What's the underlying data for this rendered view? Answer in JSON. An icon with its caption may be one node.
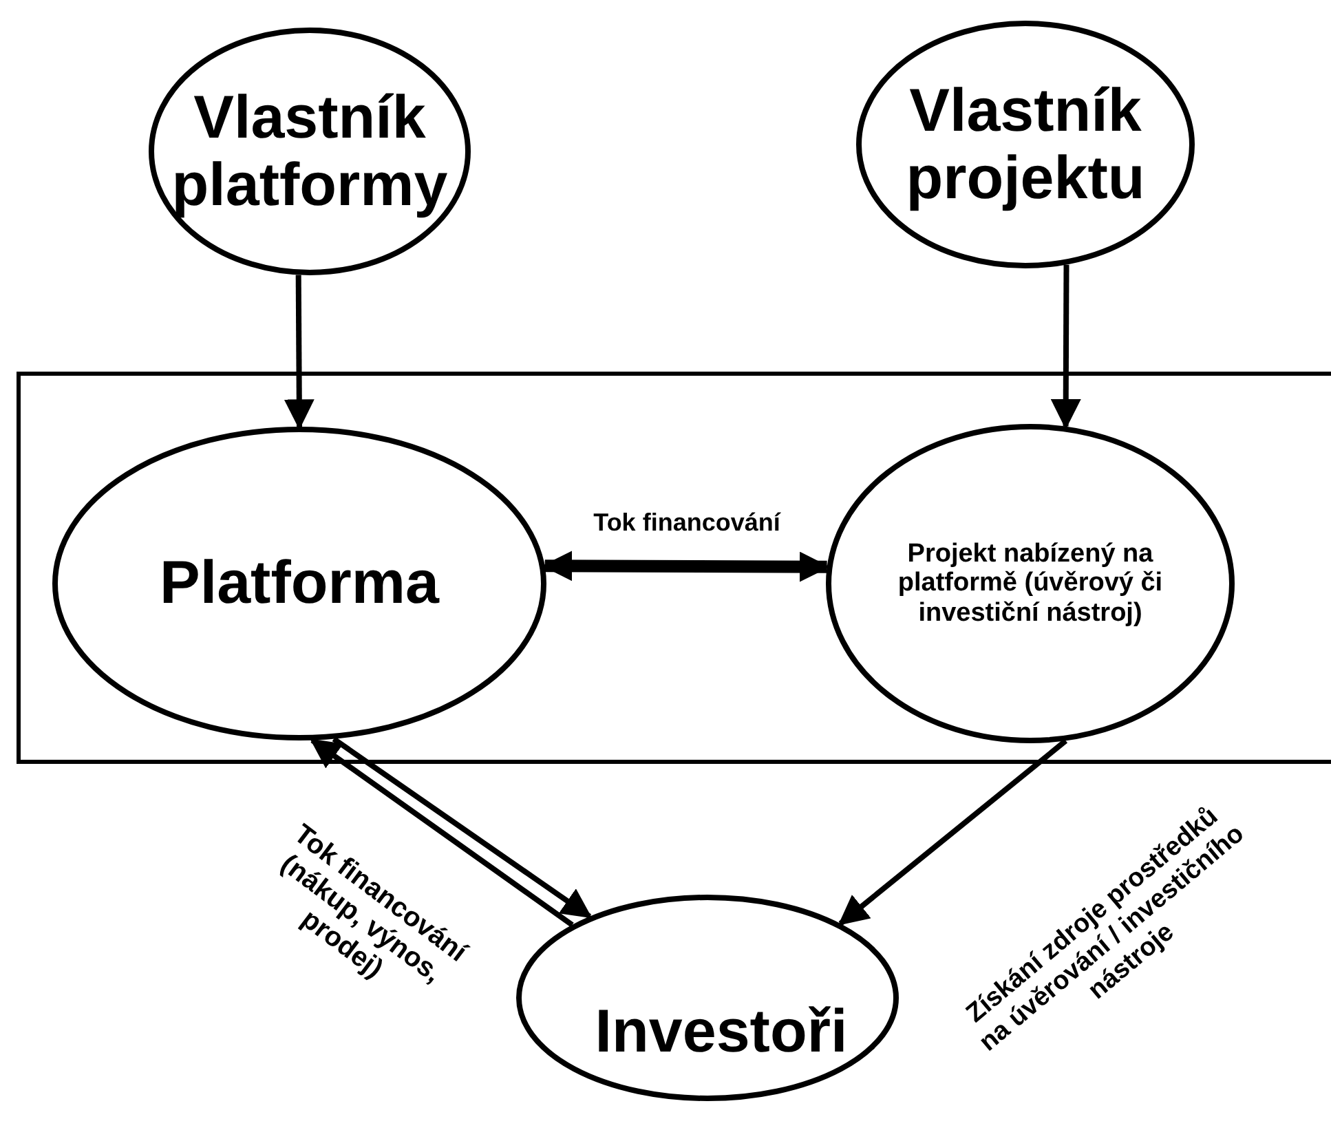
{
  "diagram": {
    "nodes": [
      {
        "text": [
          "Vlastník platformy"
        ]
      },
      {
        "text": [
          "Vlastník projektu"
        ]
      },
      {
        "text": [],
        "shape": "box"
      },
      {
        "text": [
          "Platforma"
        ],
        "in": 2
      },
      {
        "text": [
          "Projekt nabízený na platformě (úvěrový či investiční nástroj)"
        ],
        "in": 2
      },
      {
        "text": [
          "Investoři"
        ]
      }
    ],
    "edges": [
      {
        "from": 0,
        "to": 3,
        "arrow": "to"
      },
      {
        "from": 1,
        "to": 4,
        "arrow": "to"
      },
      {
        "from": 3,
        "to": 4,
        "arrow": "both",
        "style": "thick",
        "label": "Tok financování"
      },
      {
        "from": 5,
        "to": 3,
        "arrow": "to"
      },
      {
        "from": 3,
        "to": 5,
        "arrow": "to",
        "label": "Tok financování (nákup, výnos, prodej)"
      },
      {
        "from": 4,
        "to": 5,
        "arrow": "to",
        "label": "Získání zdroje prostředků na úvěrování / investičního nástroje"
      }
    ]
  }
}
